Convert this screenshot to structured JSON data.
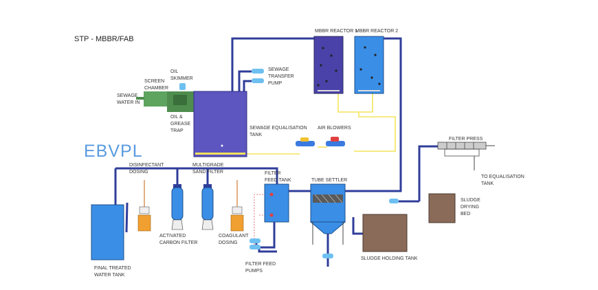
{
  "title": "STP - MBBR/FAB",
  "watermark": "EBVPL",
  "labels": {
    "mbbr1": "MBBR REACTOR 1",
    "mbbr2": "MBBR REACTOR 2",
    "transfer_pump": [
      "SEWAGE",
      "TRANSFER",
      "PUMP"
    ],
    "screen_chamber": [
      "SCREEN",
      "CHAMBER"
    ],
    "oil_skimmer": [
      "OIL",
      "SKIMMER"
    ],
    "sewage_in": [
      "SEWAGE",
      "WATER IN"
    ],
    "oil_trap": [
      "OIL &",
      "GREASE",
      "TRAP"
    ],
    "equalisation_tank": [
      "SEWAGE EQUALISATION",
      "TANK"
    ],
    "air_blowers": "AIR BLOWERS",
    "filter_press": "FILTER PRESS",
    "to_equalisation": [
      "TO EQUALISATION",
      "TANK"
    ],
    "disinfectant": [
      "DISINFECTANT",
      "DOSING"
    ],
    "multigrade": [
      "MULTIGRADE",
      "SAND FILTER"
    ],
    "filter_feed_tank": [
      "FILTER",
      "FEED TANK"
    ],
    "tube_settler": "TUBE SETTLER",
    "sludge_drying": [
      "SLUDGE",
      "DRYING",
      "BED"
    ],
    "carbon_filter": [
      "ACTIVATED",
      "CARBON FILTER"
    ],
    "coagulant": [
      "COAGULANT",
      "DOSING"
    ],
    "final_tank": [
      "FINAL TREATED",
      "WATER TANK"
    ],
    "filter_feed_pumps": [
      "FILTER FEED",
      "PUMPS"
    ],
    "sludge_holding": "SLUDGE HOLDING TANK"
  },
  "colors": {
    "pipe": "#2f3d9a",
    "equalisation": "#5d55c0",
    "mbbr1": "#4a42a8",
    "mbbr2": "#3a8ee6",
    "final_tank": "#3a8ee6",
    "sludge": "#8a6a58",
    "screen": "#4f8d4f",
    "dosing": "#f0a030",
    "air_line": "#f3e45a",
    "pump": "#6ec0f0"
  }
}
